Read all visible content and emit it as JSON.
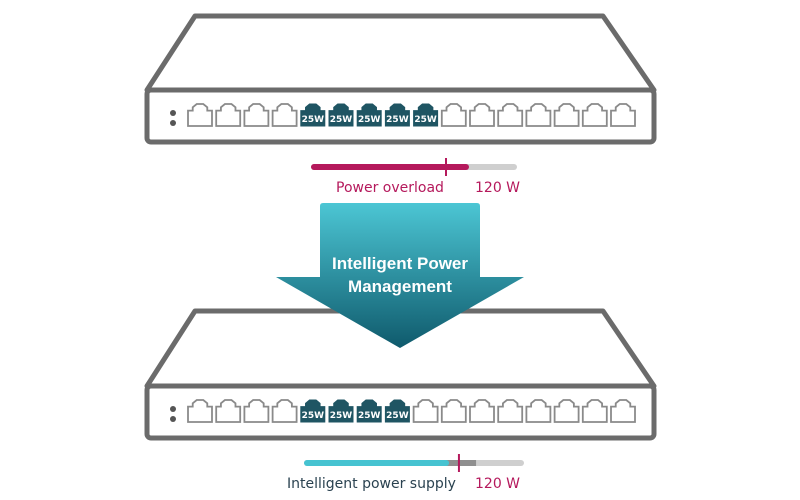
{
  "colors": {
    "outline": "#6b6b6b",
    "port_powered": "#1f5563",
    "overload": "#b5195c",
    "supply": "#46c3d1",
    "track": "#cfcfcf",
    "reserve": "#8f8f8f",
    "text_dark": "#2a4250",
    "arrow_top": "#4cc6d4",
    "arrow_bottom": "#0f5a6c"
  },
  "top_switch": {
    "ports": [
      "empty",
      "empty",
      "empty",
      "empty",
      "25W",
      "25W",
      "25W",
      "25W",
      "25W",
      "empty",
      "empty",
      "empty",
      "empty",
      "empty",
      "empty",
      "empty"
    ]
  },
  "top_meter": {
    "label": "Power overload",
    "limit_label": "120 W",
    "fill_fraction": 0.76,
    "limit_fraction": 0.66
  },
  "arrow": {
    "line1": "Intelligent Power",
    "line2": "Management"
  },
  "bottom_switch": {
    "ports": [
      "empty",
      "empty",
      "empty",
      "empty",
      "25W",
      "25W",
      "25W",
      "25W",
      "empty",
      "empty",
      "empty",
      "empty",
      "empty",
      "empty",
      "empty",
      "empty"
    ]
  },
  "bottom_meter": {
    "label": "Intelligent power supply",
    "limit_label": "120 W",
    "fill_fraction": 0.65,
    "reserve_fraction": 0.79,
    "limit_fraction": 0.71
  }
}
